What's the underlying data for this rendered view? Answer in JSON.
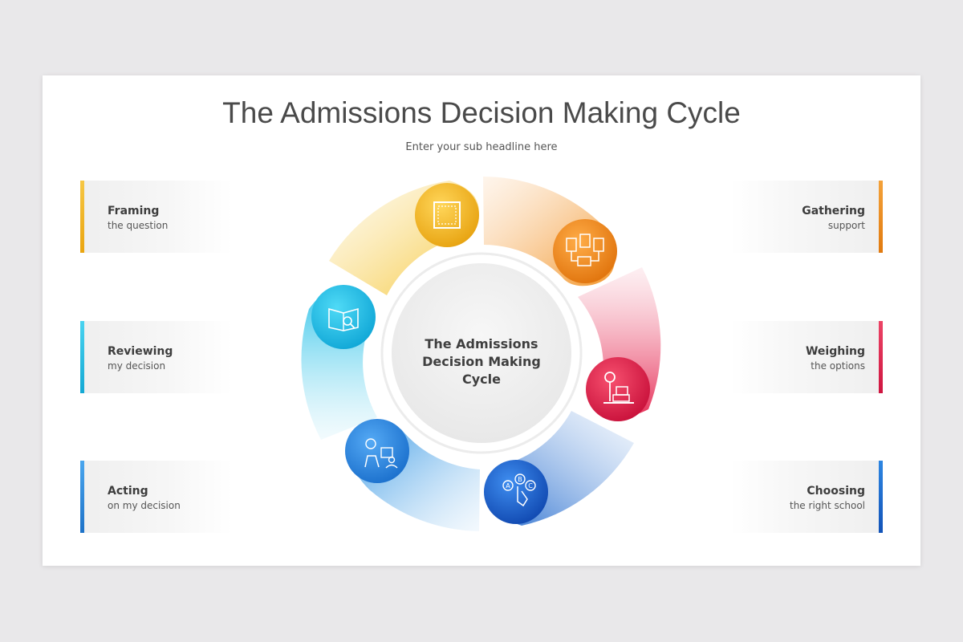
{
  "title": "The Admissions Decision Making Cycle",
  "subtitle": "Enter your sub headline here",
  "center": {
    "line1": "The Admissions",
    "line2": "Decision Making Cycle"
  },
  "steps": [
    {
      "title": "Framing",
      "subtitle": "the question",
      "color": "#f2b81f",
      "icon": "frame-icon"
    },
    {
      "title": "Gathering",
      "subtitle": "support",
      "color": "#ef8a1c",
      "icon": "documents-flow-icon"
    },
    {
      "title": "Weighing",
      "subtitle": "the options",
      "color": "#e0254d",
      "icon": "scale-icon"
    },
    {
      "title": "Choosing",
      "subtitle": "the right school",
      "color": "#1f6fd1",
      "icon": "abc-choice-icon"
    },
    {
      "title": "Acting",
      "subtitle": "on my decision",
      "color": "#2f8fe0",
      "icon": "presentation-icon"
    },
    {
      "title": "Reviewing",
      "subtitle": "my decision",
      "color": "#27c2e6",
      "icon": "open-book-icon"
    }
  ]
}
